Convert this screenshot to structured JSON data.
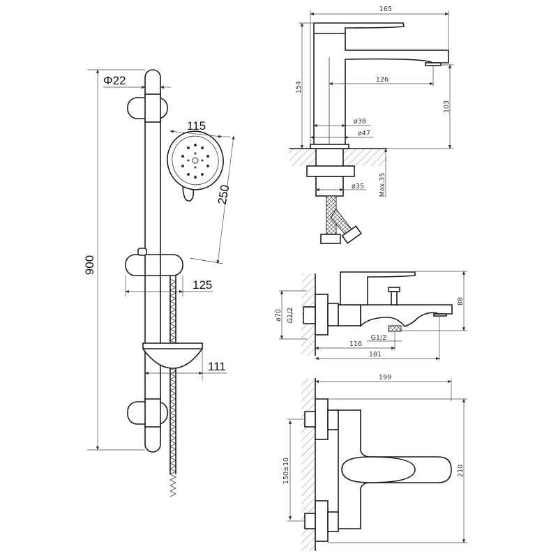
{
  "shower_set": {
    "rail_diameter": "Φ22",
    "handset_width": "115",
    "handset_length": "250",
    "rail_height": "900",
    "slider_depth": "125",
    "soap_dish_depth": "111"
  },
  "basin_mixer": {
    "height_total": "154",
    "length_total": "165",
    "spout_reach": "126",
    "spout_height": "103",
    "body_diameter_inner": "ø38",
    "body_diameter_base": "ø47",
    "shank_diameter": "ø35",
    "max_counter_thickness": "Max.35"
  },
  "bath_mixer_side": {
    "flange_diameter": "ø70",
    "inlet_thread": "G1/2",
    "outlet_thread": "G1/2",
    "outlet_distance": "116",
    "spout_reach": "181",
    "height": "88"
  },
  "bath_mixer_top": {
    "depth": "199",
    "centers": "150±10",
    "width": "210"
  }
}
